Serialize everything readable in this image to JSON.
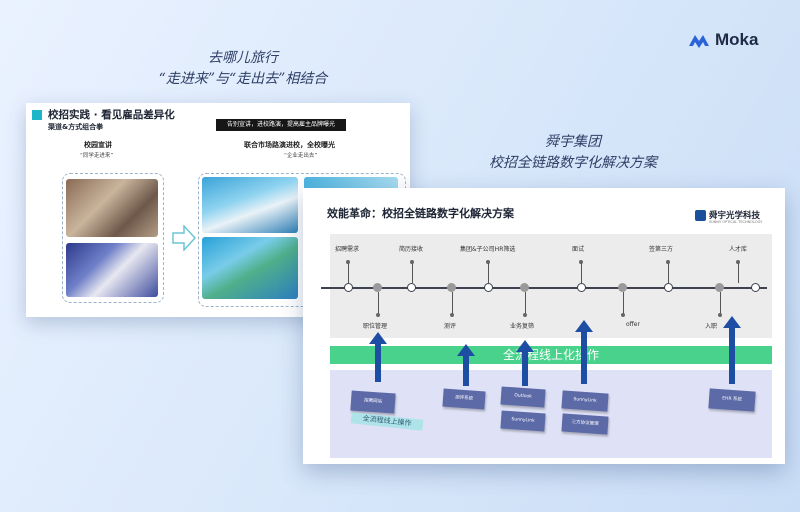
{
  "brand": {
    "name": "Moka",
    "color": "#2b63d9"
  },
  "captions": {
    "left_line1": "去哪儿旅行",
    "left_line2": "“走进来”与“走出去”相结合",
    "right_line1": "舜宇集团",
    "right_line2": "校招全链路数字化解决方案"
  },
  "left_slide": {
    "title": "校招实践 · 看见雇品差异化",
    "subtitle": "渠道&方式组合拳",
    "banner": "告别宣讲，进校路演，提高雇主品牌曝光",
    "section1_title": "校园宣讲",
    "section1_quote": "“同学走进来”",
    "section2_title": "联合市场路演进校，全校曝光",
    "section2_quote": "“企业走出去”"
  },
  "right_slide": {
    "title": "效能革命：校招全链路数字化解决方案",
    "logo_name": "舜宇光学科技",
    "logo_en": "SUNNY OPTICAL TECHNOLOGY",
    "top_labels": [
      "招聘需求",
      "简历接收",
      "集团&子公司HR筛选",
      "面试",
      "签第三方",
      "人才库"
    ],
    "bottom_labels": [
      "职位管理",
      "测评",
      "业务复筛",
      "offer",
      "入职"
    ],
    "band_label": "全流程线上化操作",
    "slant_label": "全流程线上操作",
    "tiles": [
      "招聘网站",
      "测评系统",
      "Outlook",
      "SunnyLink",
      "SunnyLink",
      "三方协议管理",
      "EHR 系统"
    ]
  }
}
